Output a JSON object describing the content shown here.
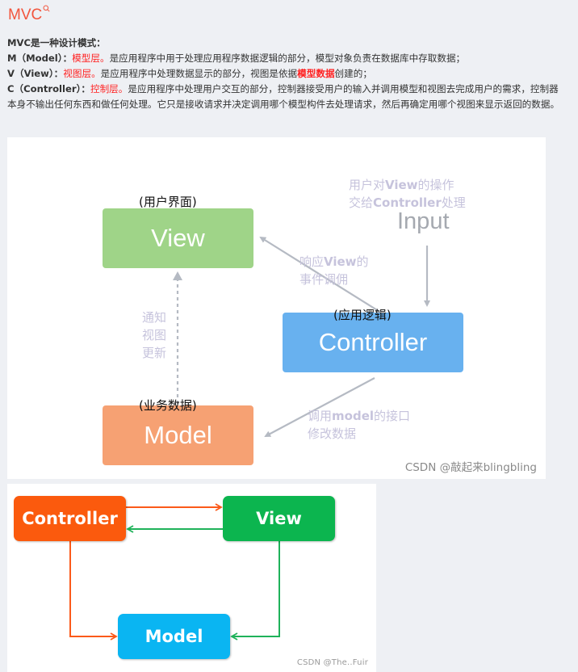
{
  "heading": {
    "title": "MVC",
    "search_icon": "search-icon"
  },
  "intro": {
    "lead": "MVC是一种设计模式：",
    "model": {
      "prefix": "M（Model）：",
      "layer": "模型层。",
      "desc": "是应用程序中用于处理应用程序数据逻辑的部分，模型对象负责在数据库中存取数据；"
    },
    "view": {
      "prefix": "V（View）：",
      "layer": "视图层。",
      "desc_before": "是应用程序中处理数据显示的部分，视图是依据",
      "highlight": "模型数据",
      "desc_after": "创建的；"
    },
    "controller": {
      "prefix": "C（Controller）：",
      "layer": "控制层。",
      "desc": "是应用程序中处理用户交互的部分，控制器接受用户的输入并调用模型和视图去完成用户的需求，控制器本身不输出任何东西和做任何处理。它只是接收请求并决定调用哪个模型构件去处理请求，然后再确定用哪个视图来显示返回的数据。"
    }
  },
  "diagram1": {
    "boxes": {
      "view": {
        "label": "View",
        "caption": "(用户界面)",
        "color": "#9fd488"
      },
      "controller": {
        "label": "Controller",
        "caption": "(应用逻辑)",
        "color": "#68b1ef"
      },
      "model": {
        "label": "Model",
        "caption": "(业务数据)",
        "color": "#f6a173"
      }
    },
    "annotations": {
      "user_op_line1_a": "用户对",
      "user_op_line1_b": "View",
      "user_op_line1_c": "的操作",
      "user_op_line2_a": "交给",
      "user_op_line2_b": "Controller",
      "user_op_line2_c": "处理",
      "input": "Input",
      "respond_line1_a": "响应",
      "respond_line1_b": "View",
      "respond_line1_c": "的",
      "respond_line2": "事件调佣",
      "notify_line1": "通知",
      "notify_line2": "视图",
      "notify_line3": "更新",
      "call_line1_a": "调用",
      "call_line1_b": "model",
      "call_line1_c": "的接口",
      "call_line2": "修改数据"
    },
    "watermark": "CSDN @敲起来blingbling"
  },
  "diagram2": {
    "boxes": {
      "controller": {
        "label": "Controller",
        "color": "#fb5a0d"
      },
      "view": {
        "label": "View",
        "color": "#0cb54f"
      },
      "model": {
        "label": "Model",
        "color": "#0ab5f2"
      }
    },
    "watermark": "CSDN @The..Fuir"
  }
}
